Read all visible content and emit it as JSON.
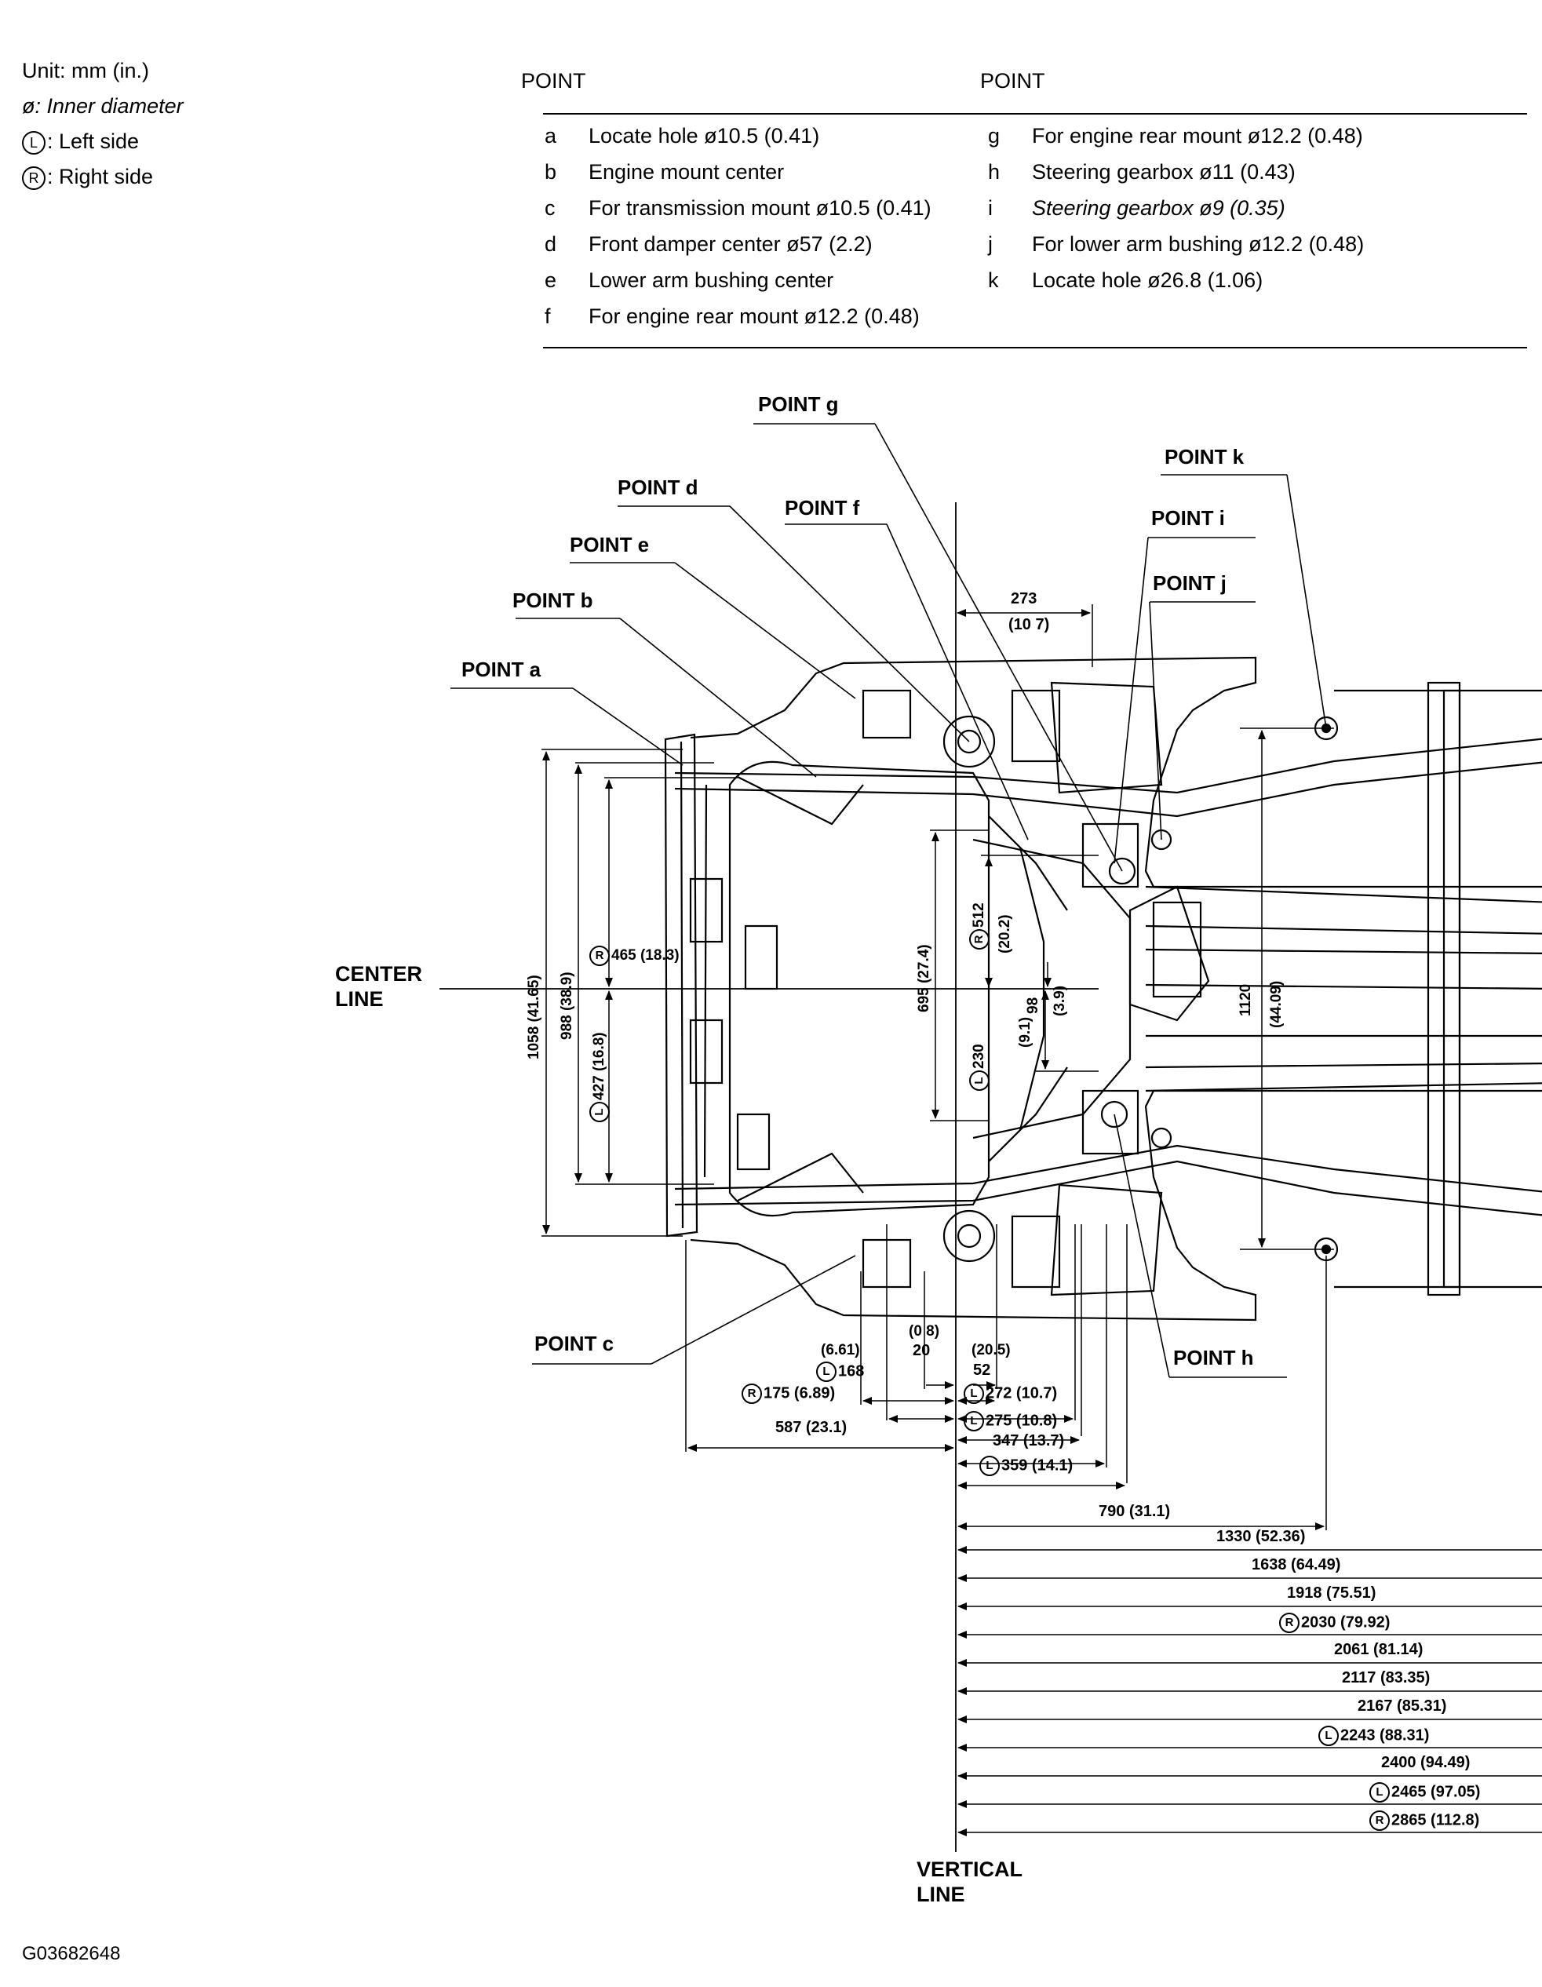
{
  "legend": {
    "unit": "Unit: mm (in.)",
    "inner_diameter": ": Inner diameter",
    "diameter_symbol": "ø",
    "left_symbol": "L",
    "left": ": Left side",
    "right_symbol": "R",
    "right": ": Right side"
  },
  "table": {
    "header_left": "POINT",
    "header_right": "POINT",
    "left_rows": [
      {
        "key": "a",
        "text": "Locate hole ø10.5 (0.41)"
      },
      {
        "key": "b",
        "text": "Engine mount center"
      },
      {
        "key": "c",
        "text": "For transmission mount ø10.5 (0.41)"
      },
      {
        "key": "d",
        "text": "Front damper center ø57 (2.2)"
      },
      {
        "key": "e",
        "text": "Lower arm bushing center"
      },
      {
        "key": "f",
        "text": "For engine rear mount ø12.2 (0.48)"
      }
    ],
    "right_rows": [
      {
        "key": "g",
        "text": "For engine rear mount ø12.2 (0.48)"
      },
      {
        "key": "h",
        "text": "Steering gearbox ø11 (0.43)"
      },
      {
        "key": "i",
        "text": "Steering gearbox ø9 (0.35)"
      },
      {
        "key": "j",
        "text": "For lower arm bushing ø12.2 (0.48)"
      },
      {
        "key": "k",
        "text": "Locate hole ø26.8 (1.06)"
      }
    ]
  },
  "points": {
    "a": "POINT a",
    "b": "POINT b",
    "c": "POINT c",
    "d": "POINT d",
    "e": "POINT e",
    "f": "POINT f",
    "g": "POINT g",
    "h": "POINT h",
    "i": "POINT i",
    "j": "POINT j",
    "k": "POINT k"
  },
  "axes": {
    "center_line_1": "CENTER",
    "center_line_2": "LINE",
    "vertical_line_1": "VERTICAL",
    "vertical_line_2": "LINE"
  },
  "vertical_dims": {
    "d1058": "1058 (41.65)",
    "d988": "988 (38.9)",
    "d465": "465 (18.3)",
    "d427": "427 (16.8)",
    "d695": "695 (27.4)",
    "d512": "512",
    "d512in": "(20.2)",
    "d230": "230",
    "d230in": "(9.1)",
    "d98": "98",
    "d98in": "(3.9)",
    "d1120": "1120",
    "d1120in": "(44.09)"
  },
  "horizontal_dims": {
    "d273": "273",
    "d273in": "(10 7)",
    "d20in": "(0 8)",
    "d20": "20",
    "d168in": "(6.61)",
    "d168": "168",
    "d52in": "(20.5)",
    "d52": "52",
    "d175": "175 (6.89)",
    "d272": "272 (10.7)",
    "d587": "587 (23.1)",
    "d275": "275 (10.8)",
    "d347": "347 (13.7)",
    "d359": "359 (14.1)",
    "d790": "790 (31.1)"
  },
  "long_dims": [
    {
      "side": "",
      "text": "1330 (52.36)"
    },
    {
      "side": "",
      "text": "1638 (64.49)"
    },
    {
      "side": "",
      "text": "1918 (75.51)"
    },
    {
      "side": "R",
      "text": "2030 (79.92)"
    },
    {
      "side": "",
      "text": "2061 (81.14)"
    },
    {
      "side": "",
      "text": "2117 (83.35)"
    },
    {
      "side": "",
      "text": "2167 (85.31)"
    },
    {
      "side": "L",
      "text": "2243 (88.31)"
    },
    {
      "side": "",
      "text": "2400 (94.49)"
    },
    {
      "side": "L",
      "text": "2465 (97.05)"
    },
    {
      "side": "R",
      "text": "2865 (112.8)"
    }
  ],
  "figure_code": "G03682648"
}
